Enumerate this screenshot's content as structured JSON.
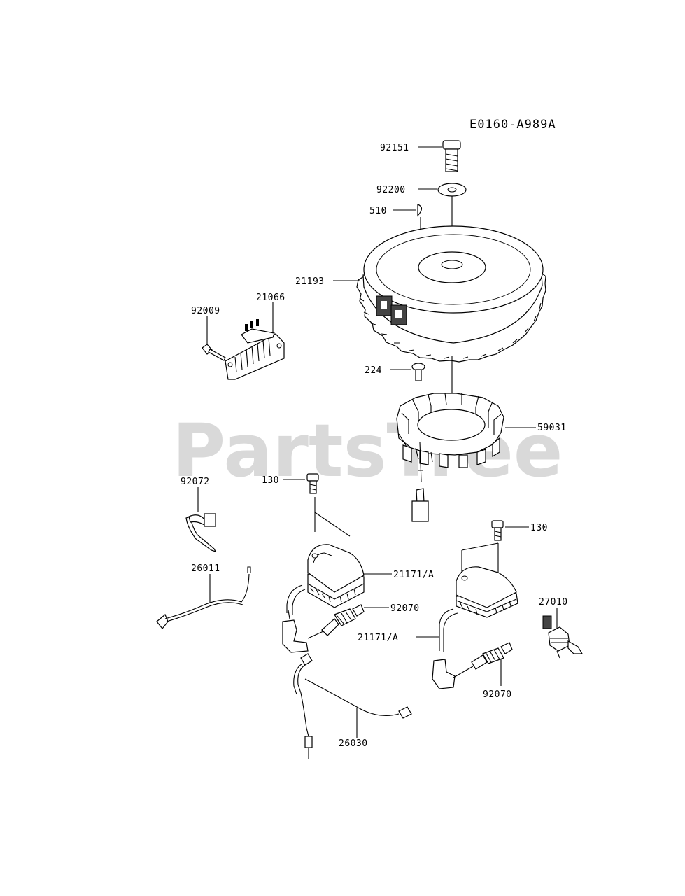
{
  "diagram": {
    "code": "E0160-A989A",
    "watermark": "PartsTree",
    "labels": {
      "p92151": "92151",
      "p92200": "92200",
      "p510": "510",
      "p21193": "21193",
      "p92009": "92009",
      "p21066": "21066",
      "p224": "224",
      "p59031": "59031",
      "p92072": "92072",
      "p130a": "130",
      "p130b": "130",
      "p21171a": "21171/A",
      "p21171b": "21171/A",
      "p26011": "26011",
      "p92070a": "92070",
      "p92070b": "92070",
      "p27010": "27010",
      "p26030": "26030"
    }
  }
}
